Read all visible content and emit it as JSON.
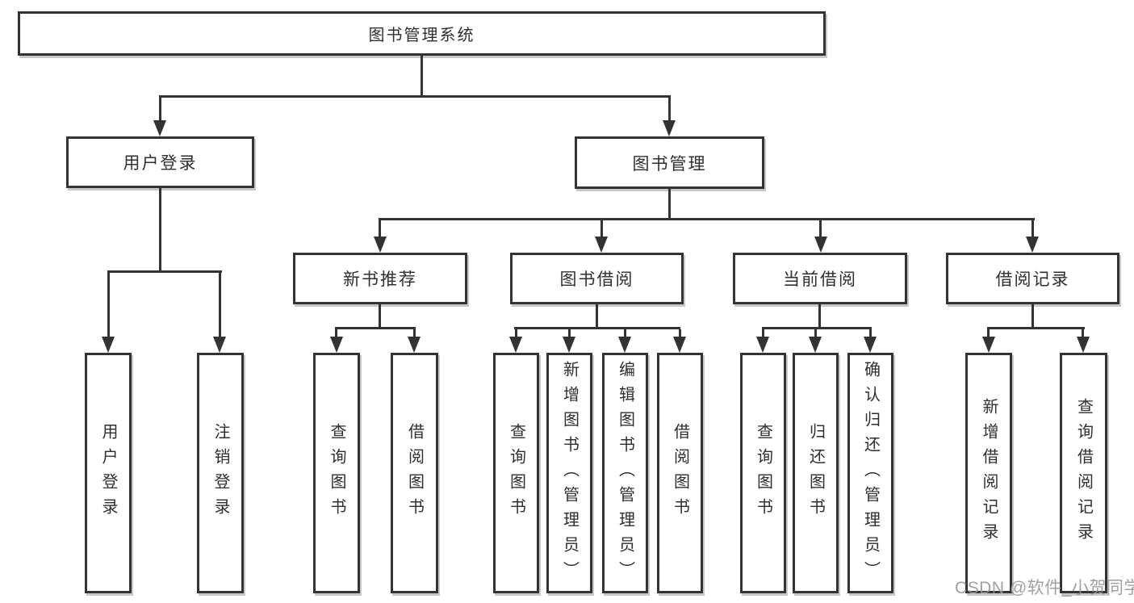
{
  "tree": {
    "label": "图书管理系统",
    "children": [
      {
        "label": "用户登录",
        "children": [
          {
            "label": "用户登录"
          },
          {
            "label": "注销登录"
          }
        ]
      },
      {
        "label": "图书管理",
        "children": [
          {
            "label": "新书推荐",
            "children": [
              {
                "label": "查询图书"
              },
              {
                "label": "借阅图书"
              }
            ]
          },
          {
            "label": "图书借阅",
            "children": [
              {
                "label": "查询图书"
              },
              {
                "label": "新增图书（管理员）"
              },
              {
                "label": "编辑图书（管理员）"
              },
              {
                "label": "借阅图书"
              }
            ]
          },
          {
            "label": "当前借阅",
            "children": [
              {
                "label": "查询图书"
              },
              {
                "label": "归还图书"
              },
              {
                "label": "确认归还（管理员）"
              }
            ]
          },
          {
            "label": "借阅记录",
            "children": [
              {
                "label": "新增借阅记录"
              },
              {
                "label": "查询借阅记录"
              }
            ]
          }
        ]
      }
    ]
  },
  "watermark": {
    "text": "CSDN @软件_小贺同学"
  },
  "colors": {
    "line": "#333333",
    "box_border": "#333333",
    "box_shadow": "#c8c8c8",
    "text": "#2f2f2f",
    "watermark": "#969696",
    "background": "#ffffff"
  }
}
